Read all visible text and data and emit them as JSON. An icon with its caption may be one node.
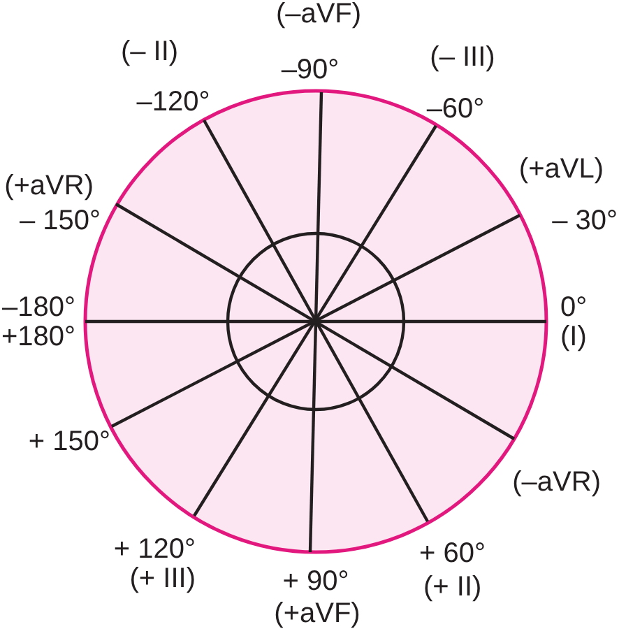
{
  "diagram": {
    "labels": [
      "(–aVF)",
      "(– II)",
      "–90°",
      "(– III)",
      "–120°",
      "–60°",
      "(+aVL)",
      "(+aVR)",
      "– 150°",
      "– 30°",
      "–180°",
      "+180°",
      "0°",
      "(I)",
      "+ 150°",
      "(–aVR)",
      "+ 120°",
      "(+ III)",
      "+ 60°",
      "+ 90°",
      "(+ II)",
      "(+aVF)"
    ]
  }
}
